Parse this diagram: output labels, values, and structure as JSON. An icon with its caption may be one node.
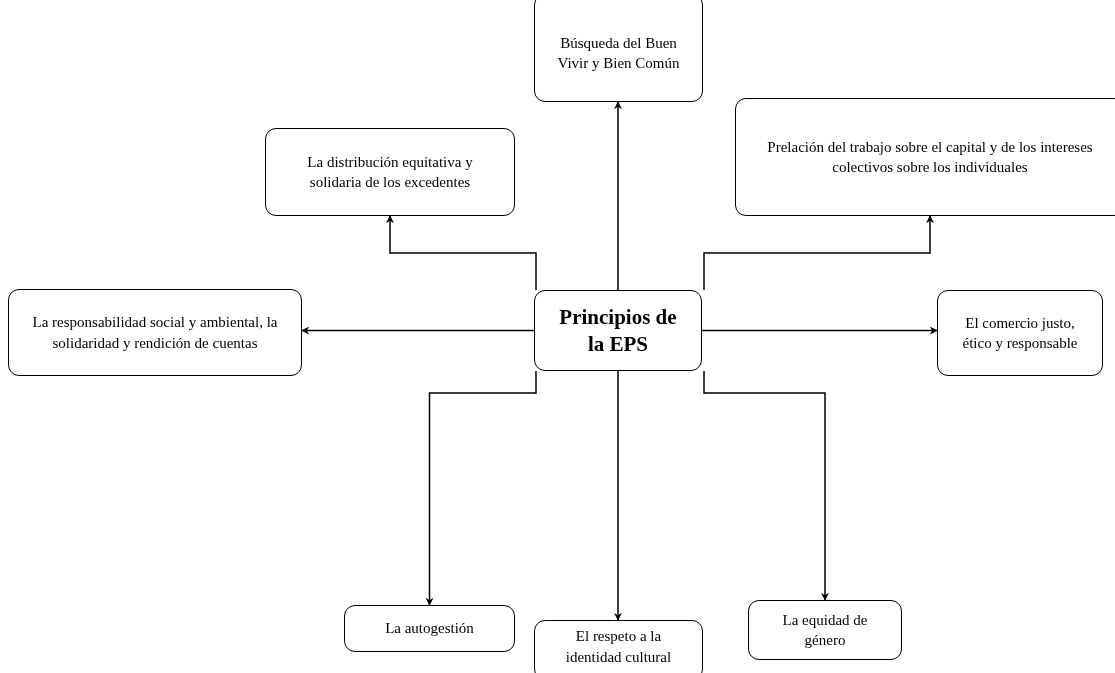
{
  "diagram": {
    "nodes": [
      {
        "text": [
          "Principios de la EPS"
        ]
      },
      {
        "text": [
          "Búsqueda del Buen Vivir y Bien Común"
        ]
      },
      {
        "text": [
          "La distribución equitativa y solidaria de los excedentes"
        ]
      },
      {
        "text": [
          "Prelación del trabajo sobre el capital y de los intereses colectivos sobre los individuales"
        ]
      },
      {
        "text": [
          "La responsabilidad social y ambiental, la solidaridad y rendición de cuentas"
        ]
      },
      {
        "text": [
          "El comercio justo, ético y responsable"
        ]
      },
      {
        "text": [
          "La autogestión"
        ]
      },
      {
        "text": [
          "El respeto a la identidad cultural"
        ]
      },
      {
        "text": [
          "La equidad de género"
        ]
      }
    ],
    "edges": [
      {
        "from": 0,
        "to": 1,
        "arrow": "to"
      },
      {
        "from": 0,
        "to": 2,
        "arrow": "to"
      },
      {
        "from": 0,
        "to": 3,
        "arrow": "to"
      },
      {
        "from": 0,
        "to": 4,
        "arrow": "to"
      },
      {
        "from": 0,
        "to": 5,
        "arrow": "to"
      },
      {
        "from": 0,
        "to": 6,
        "arrow": "to"
      },
      {
        "from": 0,
        "to": 7,
        "arrow": "to"
      },
      {
        "from": 0,
        "to": 8,
        "arrow": "to"
      }
    ]
  }
}
